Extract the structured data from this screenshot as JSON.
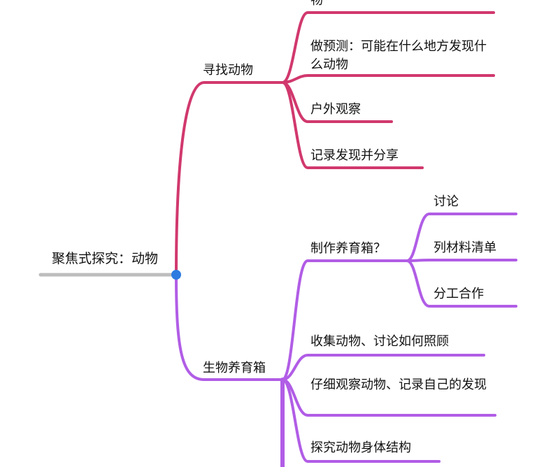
{
  "mindmap": {
    "root": {
      "label": "聚焦式探究：动物"
    },
    "branches": [
      {
        "label": "寻找动物",
        "color": "#d1386d",
        "children": [
          {
            "label": "物"
          },
          {
            "label": "做预测：可能在什么地方发现什么动物"
          },
          {
            "label": "户外观察"
          },
          {
            "label": "记录发现并分享"
          }
        ]
      },
      {
        "label": "生物养育箱",
        "color": "#b15de6",
        "children": [
          {
            "label": "制作养育箱？",
            "children": [
              {
                "label": "讨论"
              },
              {
                "label": "列材料清单"
              },
              {
                "label": "分工合作"
              }
            ]
          },
          {
            "label": "收集动物、讨论如何照顾"
          },
          {
            "label": "仔细观察动物、记录自己的发现"
          },
          {
            "label": "探究动物身体结构"
          }
        ]
      }
    ],
    "root_line_color": "#bdbdbd",
    "junction_color": "#2d7be0"
  }
}
